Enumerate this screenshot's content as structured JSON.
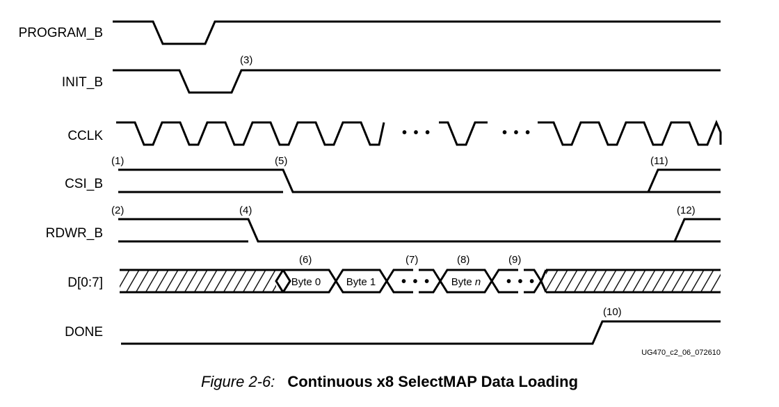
{
  "signals": {
    "program_b": "PROGRAM_B",
    "init_b": "INIT_B",
    "cclk": "CCLK",
    "csi_b": "CSI_B",
    "rdwr_b": "RDWR_B",
    "d": "D[0:7]",
    "done": "DONE"
  },
  "notes": {
    "n1": "(1)",
    "n2": "(2)",
    "n3": "(3)",
    "n4": "(4)",
    "n5": "(5)",
    "n6": "(6)",
    "n7": "(7)",
    "n8": "(8)",
    "n9": "(9)",
    "n10": "(10)",
    "n11": "(11)",
    "n12": "(12)"
  },
  "bytes": {
    "b0": "Byte 0",
    "b1": "Byte 1",
    "bn_prefix": "Byte ",
    "bn_suffix": "n",
    "ellipsis": "• • •"
  },
  "reference_id": "UG470_c2_06_072610",
  "caption": {
    "number": "Figure 2-6:",
    "title": "Continuous x8 SelectMAP Data Loading"
  }
}
